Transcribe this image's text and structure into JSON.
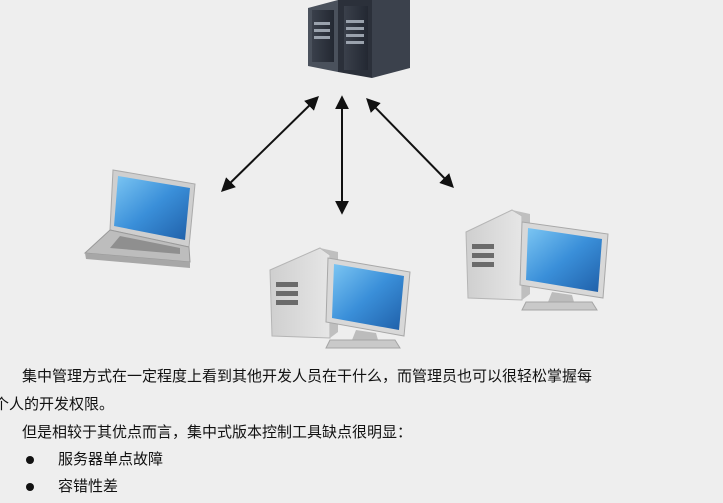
{
  "text": {
    "para1_line1": "集中管理方式在一定程度上看到其他开发人员在干什么，而管理员也可以很轻松掌握每",
    "para1_line2": "个人的开发权限。",
    "para2": "但是相较于其优点而言，集中式版本控制工具缺点很明显：",
    "bullets": [
      "服务器单点故障",
      "容错性差"
    ]
  },
  "diagram": {
    "nodes": [
      "server",
      "laptop",
      "desktop-center",
      "desktop-right"
    ],
    "edges": [
      {
        "from": "server",
        "to": "laptop",
        "bidirectional": true
      },
      {
        "from": "server",
        "to": "desktop-center",
        "bidirectional": true
      },
      {
        "from": "server",
        "to": "desktop-right",
        "bidirectional": true
      }
    ]
  },
  "colors": {
    "background": "#eeeeee",
    "server_body": "#2f3540",
    "screen_blue": "#3a8fd9",
    "case_gray": "#d3d3d3",
    "arrow": "#111111"
  }
}
